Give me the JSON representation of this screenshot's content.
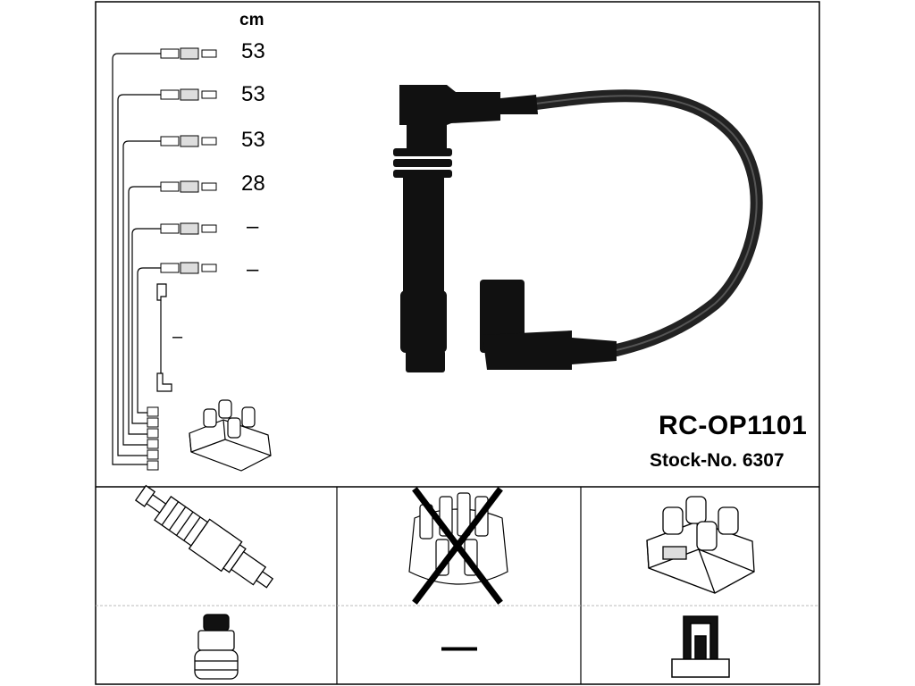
{
  "diagram": {
    "unit_label": "cm",
    "cable_lengths": [
      "53",
      "53",
      "53",
      "28",
      "–",
      "–"
    ],
    "single_cable_length": "–",
    "part_number": "RC-OP1101",
    "stock_number": "Stock-No. 6307"
  },
  "panels": {
    "spark_plug": {
      "applicable": true
    },
    "distributor_cap": {
      "applicable": false
    },
    "ignition_coil": {
      "applicable": true
    },
    "plug_boot": {
      "applicable": true
    },
    "middle_bottom_mark": "—",
    "coil_terminal": {
      "applicable": true
    }
  }
}
